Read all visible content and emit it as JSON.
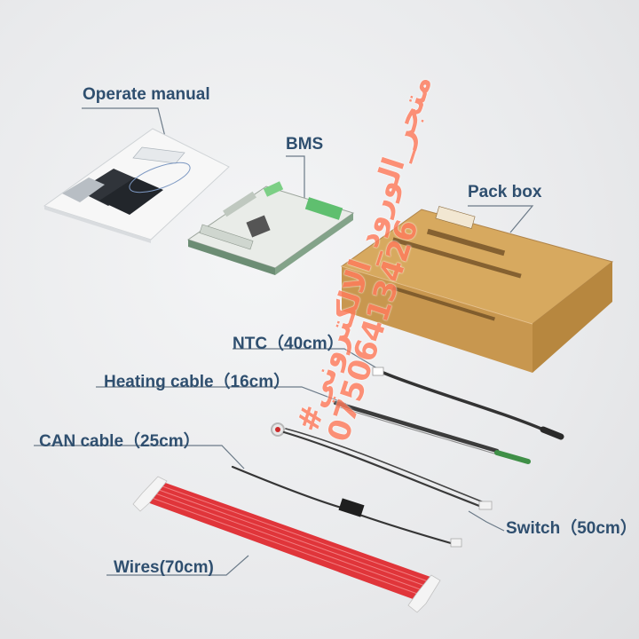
{
  "labels": {
    "manual": "Operate manual",
    "bms": "BMS",
    "box": "Pack box",
    "ntc": "NTC（40cm）",
    "heating": "Heating cable（16cm）",
    "can": "CAN cable（25cm）",
    "switch": "Switch（50cm）",
    "wires": "Wires(70cm)"
  },
  "watermark": {
    "line1": "#متجر_الورود_الالكتروني",
    "line2": "07506413426"
  },
  "colors": {
    "label": "#2f4f6f",
    "wires": "#e0353a",
    "box": "#d4a35a",
    "watermark": "#ff7b5c"
  }
}
